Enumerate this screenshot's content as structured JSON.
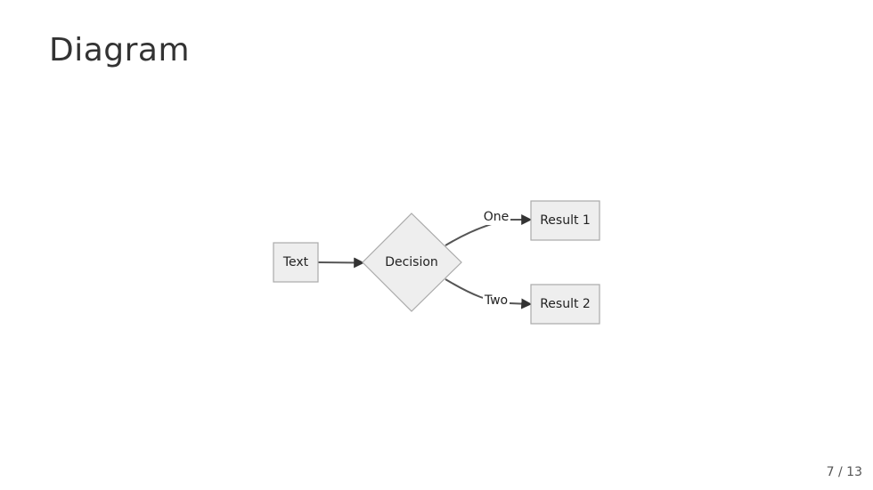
{
  "slide": {
    "title": "Diagram",
    "page_number": "7 / 13"
  },
  "diagram": {
    "nodes": {
      "text": "Text",
      "decision": "Decision",
      "result1": "Result 1",
      "result2": "Result 2"
    },
    "edges": {
      "one": "One",
      "two": "Two"
    },
    "colors": {
      "node_fill": "#eeeeee",
      "node_stroke": "#aaaaaa",
      "edge": "#555555",
      "text": "#222222"
    }
  }
}
